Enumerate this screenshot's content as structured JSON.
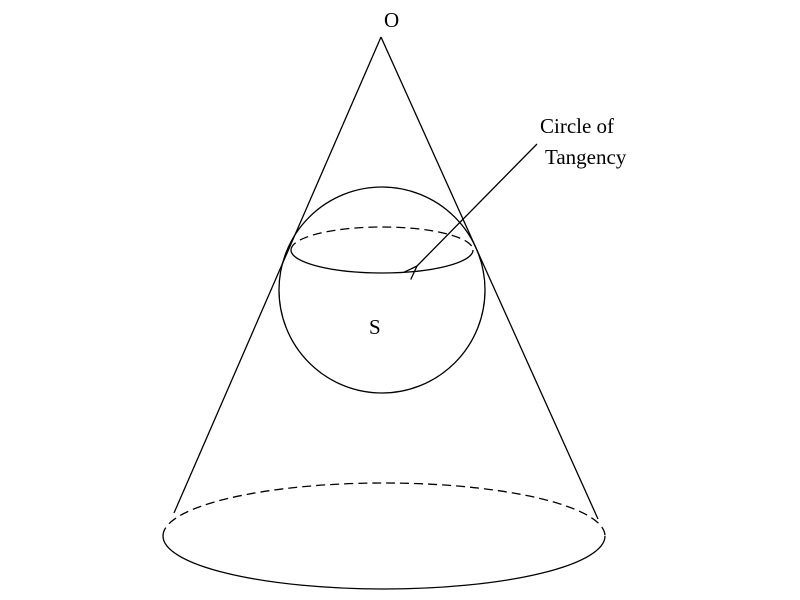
{
  "diagram": {
    "labels": {
      "apex": "O",
      "sphere": "S",
      "annotation_line1": "Circle of",
      "annotation_line2": "Tangency"
    },
    "colors": {
      "stroke": "#000000",
      "background": "#ffffff"
    }
  }
}
